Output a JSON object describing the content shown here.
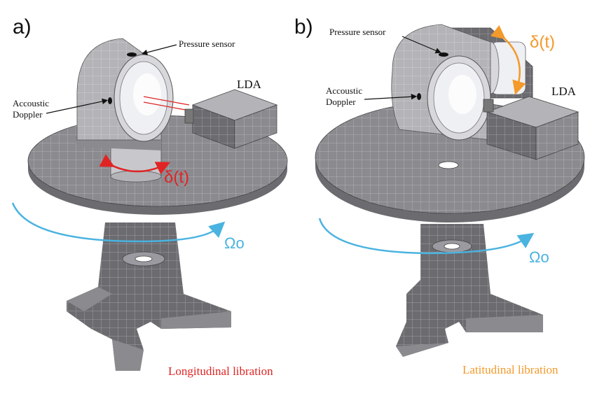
{
  "colors": {
    "metal_dark": "#6b6b70",
    "metal_mid": "#8a8a8f",
    "metal_light": "#b4b4b8",
    "window": "#eef0f3",
    "arrow_red": "#e02424",
    "arrow_orange": "#f39a2b",
    "arrow_blue": "#4ab3e0",
    "caption_red": "#e02424",
    "caption_orange": "#f39a2b"
  },
  "panels": [
    {
      "letter": "a)",
      "labels": {
        "pressure_sensor": "Pressure sensor",
        "acoustic_line1": "Accoustic",
        "acoustic_line2": "Doppler",
        "lda": "LDA",
        "delta": "δ(t)",
        "omega": "Ωo"
      },
      "caption": "Longitudinal libration"
    },
    {
      "letter": "b)",
      "labels": {
        "pressure_sensor": "Pressure sensor",
        "acoustic_line1": "Accoustic",
        "acoustic_line2": "Doppler",
        "lda": "LDA",
        "delta": "δ(t)",
        "omega": "Ωo"
      },
      "caption": "Latitudinal libration"
    }
  ]
}
